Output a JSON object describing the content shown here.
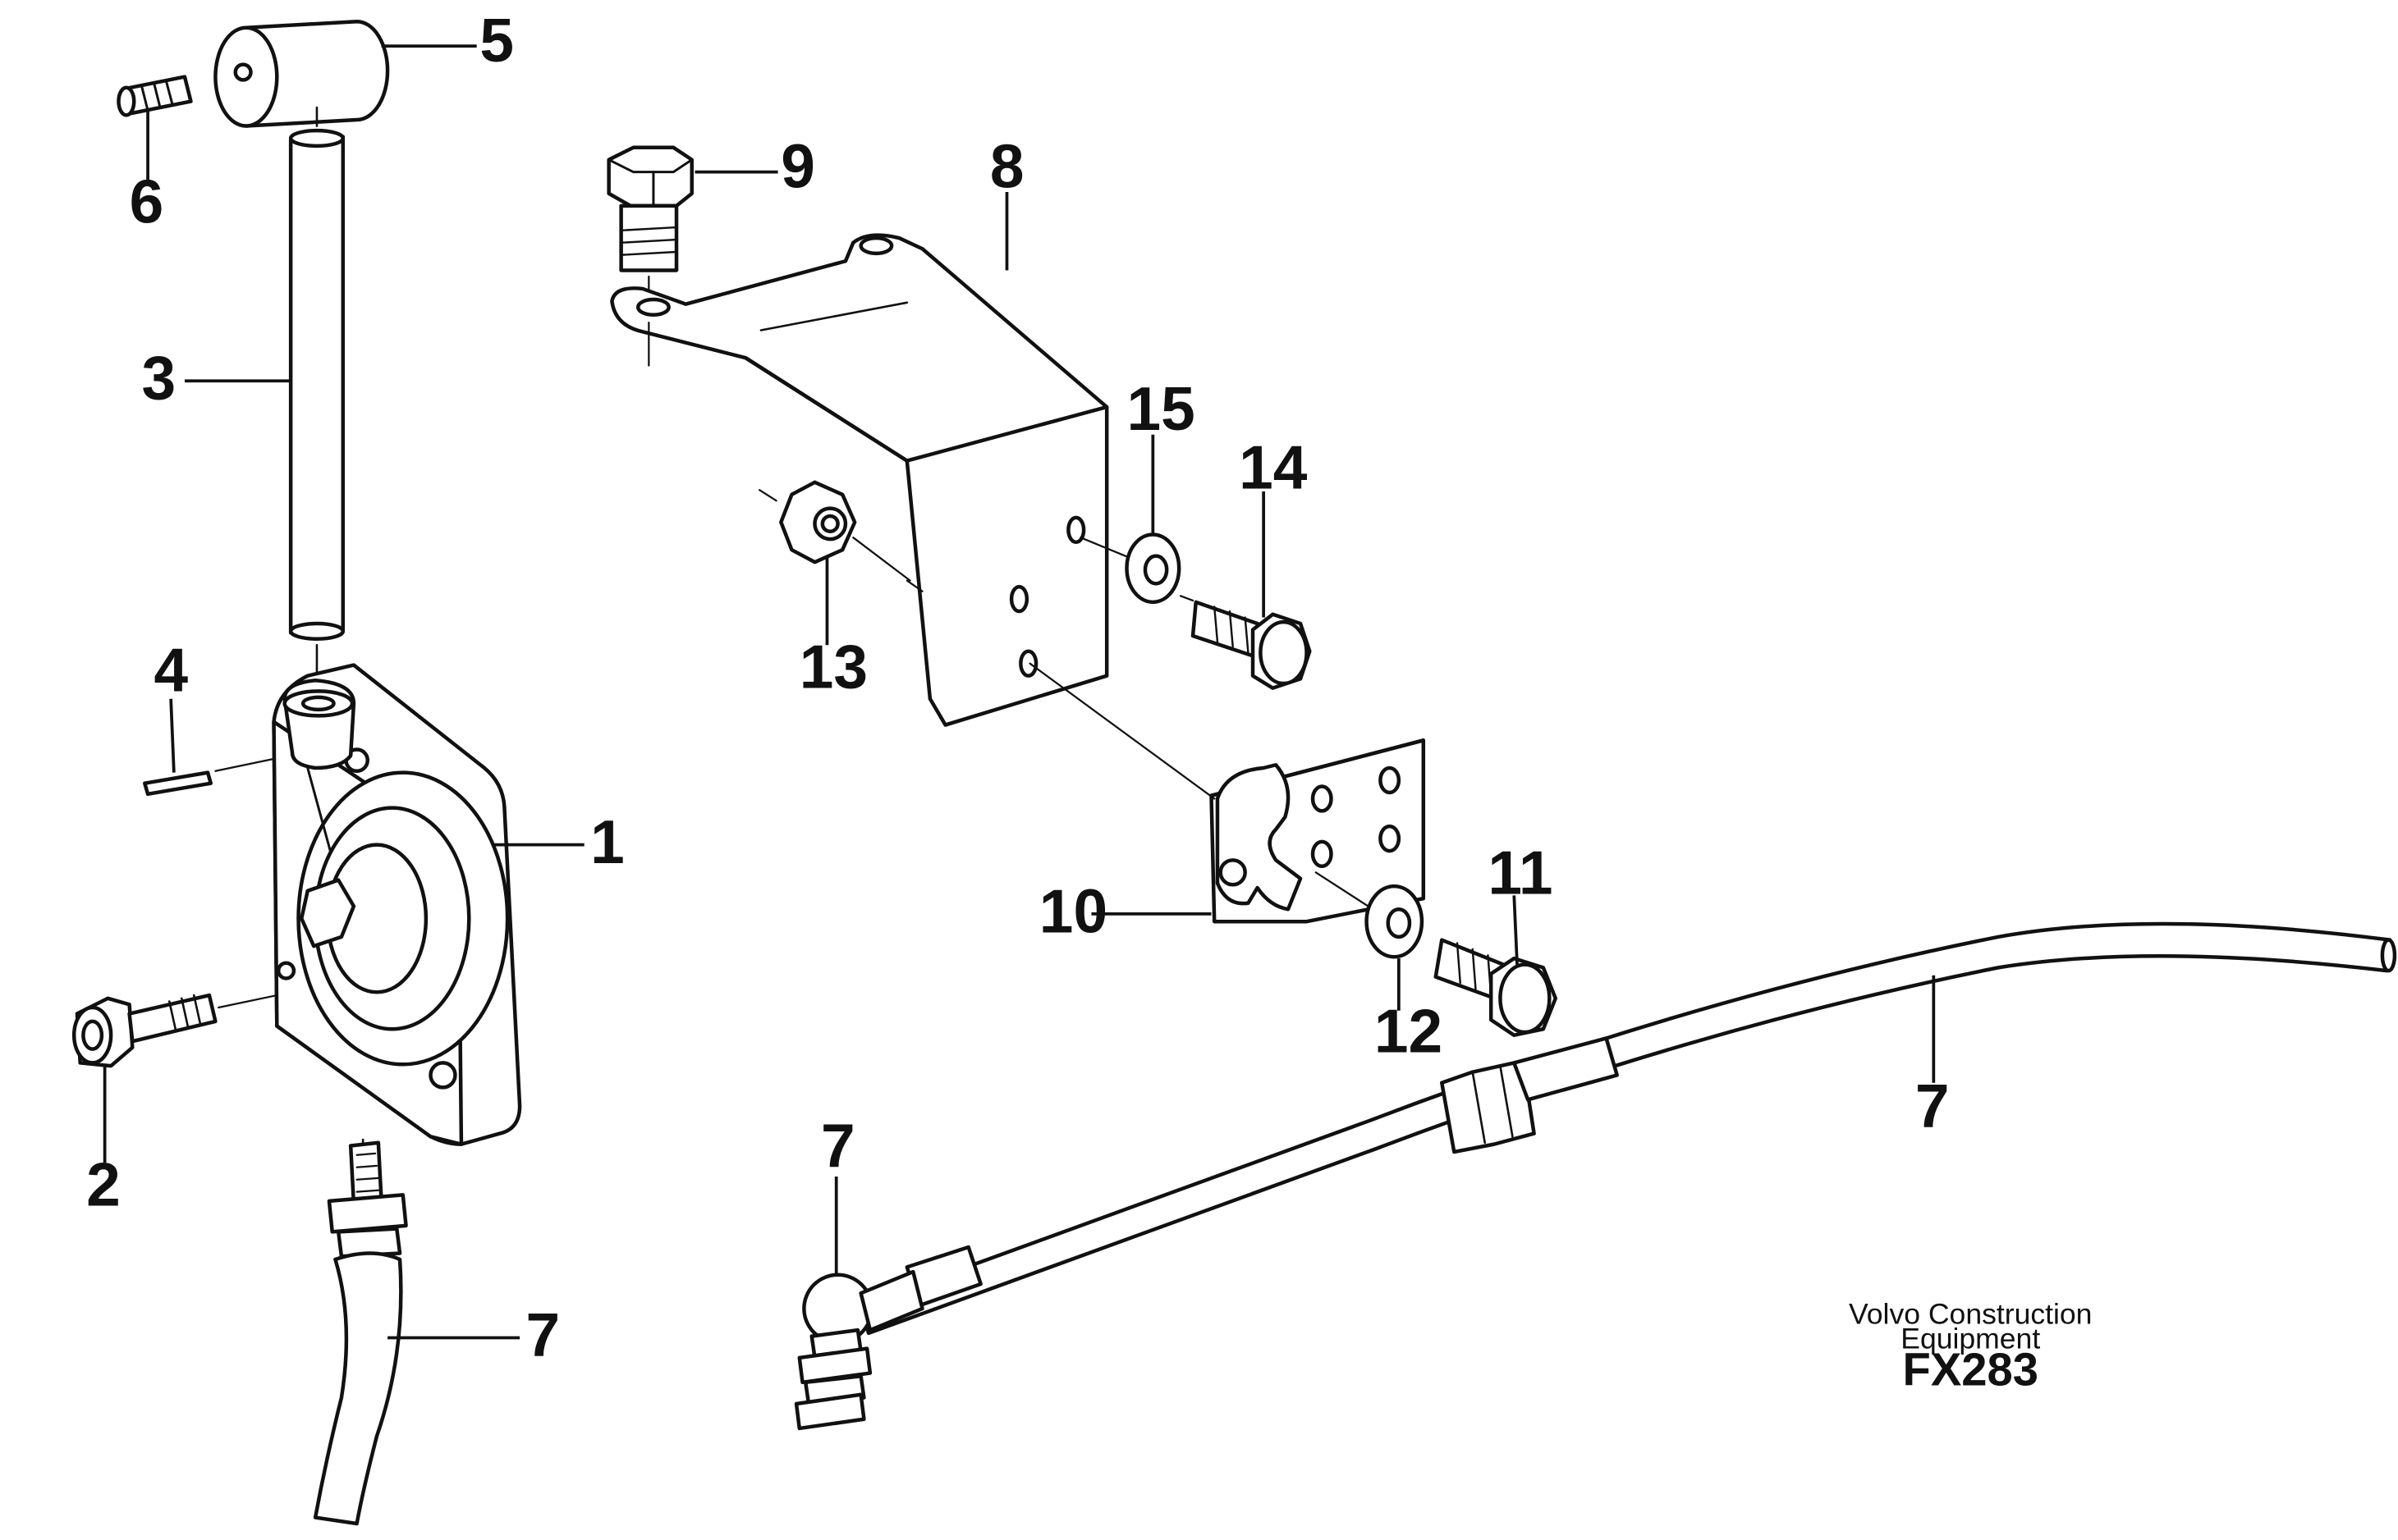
{
  "diagram": {
    "callouts": [
      {
        "id": "c1",
        "label": "1"
      },
      {
        "id": "c2",
        "label": "2"
      },
      {
        "id": "c3",
        "label": "3"
      },
      {
        "id": "c4",
        "label": "4"
      },
      {
        "id": "c5",
        "label": "5"
      },
      {
        "id": "c6",
        "label": "6"
      },
      {
        "id": "c7a",
        "label": "7"
      },
      {
        "id": "c7b",
        "label": "7"
      },
      {
        "id": "c8",
        "label": "8"
      },
      {
        "id": "c9",
        "label": "9"
      },
      {
        "id": "c10",
        "label": "10"
      },
      {
        "id": "c11",
        "label": "11"
      },
      {
        "id": "c12",
        "label": "12"
      },
      {
        "id": "c13",
        "label": "13"
      },
      {
        "id": "c14",
        "label": "14"
      },
      {
        "id": "c15",
        "label": "15"
      },
      {
        "id": "c16",
        "label": "16"
      }
    ],
    "brand": {
      "line1": "Volvo Construction",
      "line2": "Equipment",
      "code": "FX283"
    }
  }
}
